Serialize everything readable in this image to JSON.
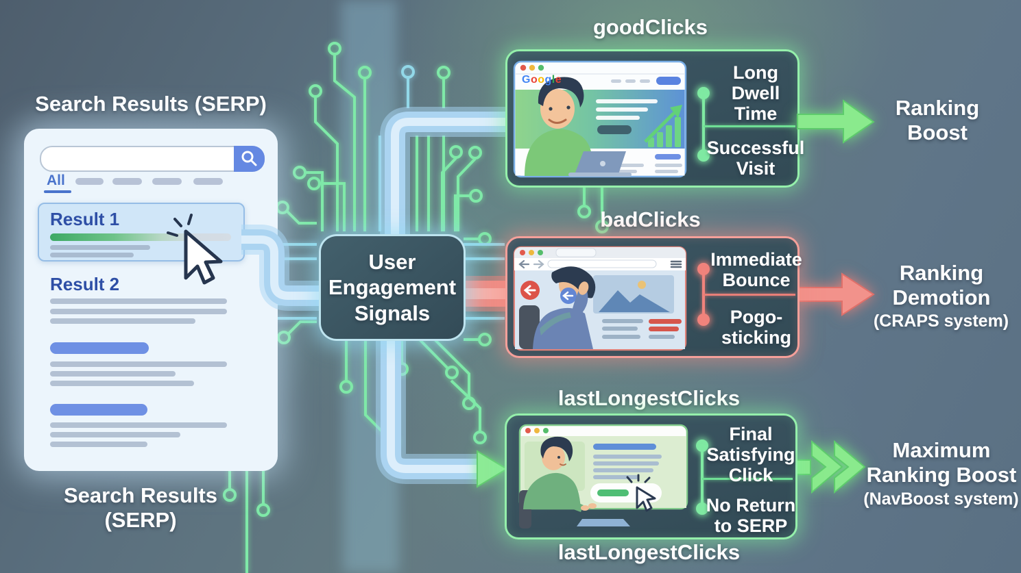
{
  "serp": {
    "title": "Search Results (SERP)",
    "caption": "Search Results\n(SERP)",
    "tab_all": "All",
    "result1": "Result 1",
    "result2": "Result 2"
  },
  "center_box": {
    "label": "User\nEngagement\nSignals"
  },
  "flows": {
    "good": {
      "title": "goodClicks",
      "signal1": "Long\nDwell\nTime",
      "signal2": "Successful\nVisit",
      "outcome": "Ranking\nBoost",
      "accent": "#8ef0a6",
      "browser": {
        "logo": "Google",
        "logo_colors": [
          "#4285F4",
          "#EA4335",
          "#FBBC05",
          "#4285F4",
          "#34A853",
          "#EA4335"
        ]
      }
    },
    "bad": {
      "title": "badClicks",
      "signal1": "Immediate\nBounce",
      "signal2": "Pogo-\nsticking",
      "outcome": "Ranking\nDemotion",
      "outcome_sub": "(CRAPS system)",
      "accent": "#f59e98"
    },
    "last": {
      "title_top": "lastLongestClicks",
      "title_bottom": "lastLongestClicks",
      "signal1": "Final\nSatisfying\nClick",
      "signal2": "No Return\nto SERP",
      "outcome": "Maximum\nRanking Boost",
      "outcome_sub": "(NavBoost system)",
      "accent": "#8ef0a6"
    }
  }
}
